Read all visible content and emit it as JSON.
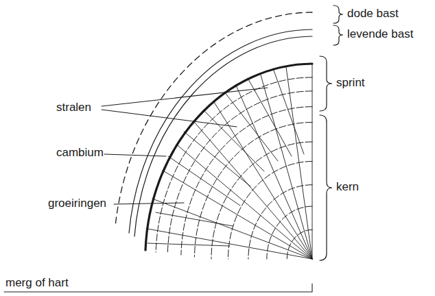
{
  "diagram": {
    "labels": [
      "dode bast",
      "levende bast",
      "sprint",
      "stralen",
      "cambium",
      "kern",
      "groeiringen",
      "merg of hart"
    ]
  }
}
